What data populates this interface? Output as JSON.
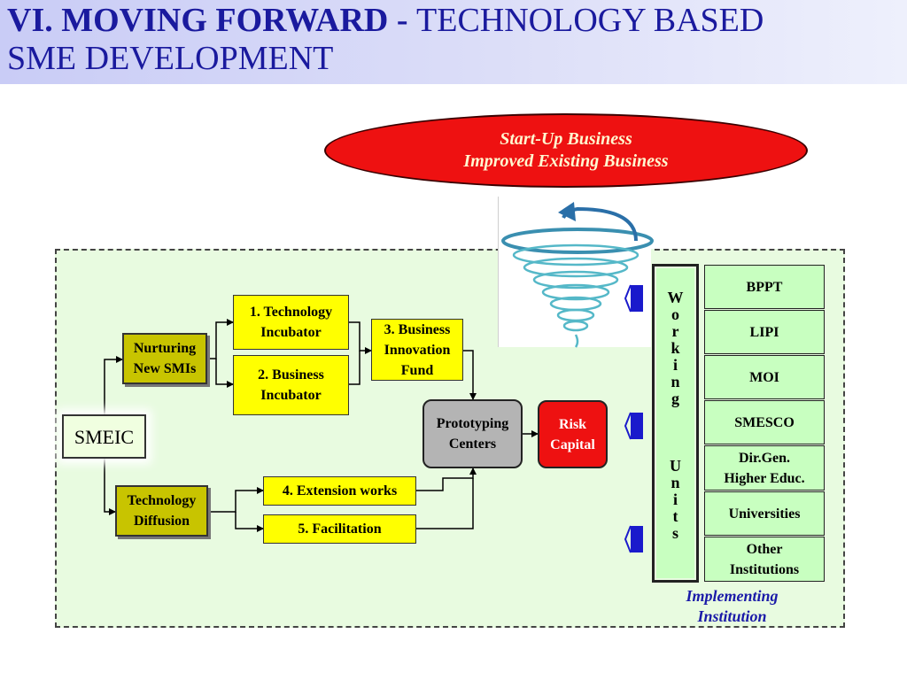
{
  "title": {
    "bold": "VI. MOVING FORWARD - ",
    "rest_line1": "TECHNOLOGY BASED",
    "line2": "SME DEVELOPMENT"
  },
  "outcome": {
    "line1": "Start-Up Business",
    "line2": "Improved Existing Business"
  },
  "nodes": {
    "smeic": "SMEIC",
    "nurturing": {
      "line1": "Nurturing",
      "line2": "New SMIs"
    },
    "diffusion": {
      "line1": "Technology",
      "line2": "Diffusion"
    },
    "tech_incubator": {
      "line1": "1. Technology",
      "line2": "Incubator"
    },
    "business_incubator": {
      "line1": "2. Business",
      "line2": "Incubator"
    },
    "innovation_fund": {
      "line1": "3. Business",
      "line2": "Innovation",
      "line3": "Fund"
    },
    "extension": "4. Extension works",
    "facilitation": "5. Facilitation",
    "prototyping": {
      "line1": "Prototyping",
      "line2": "Centers"
    },
    "risk_capital": {
      "line1": "Risk",
      "line2": "Capital"
    }
  },
  "working_units": [
    "W",
    "o",
    "r",
    "k",
    "i",
    "n",
    "g",
    "U",
    "n",
    "i",
    "t",
    "s"
  ],
  "institutions": [
    {
      "line1": "BPPT",
      "line2": ""
    },
    {
      "line1": "LIPI",
      "line2": ""
    },
    {
      "line1": "MOI",
      "line2": ""
    },
    {
      "line1": "SMESCO",
      "line2": ""
    },
    {
      "line1": "Dir.Gen.",
      "line2": "Higher Educ."
    },
    {
      "line1": "Universities",
      "line2": ""
    },
    {
      "line1": "Other",
      "line2": "Institutions"
    }
  ],
  "implementing": {
    "line1": "Implementing",
    "line2": "Institution"
  },
  "colors": {
    "title": "#1a1a9e",
    "outcome_fill": "#ee1111",
    "region_fill": "#e8fbe0",
    "olive_box": "#c8c400",
    "yellow_box": "#ffff00",
    "institution_box": "#c8ffc0",
    "prototyping_box": "#b4b4b4",
    "risk_box": "#ee1111",
    "side_arrow": "#1a1acc",
    "swirl": "#44aabb"
  },
  "icons": [
    "spiral-funnel-icon",
    "side-arrow-icon"
  ]
}
